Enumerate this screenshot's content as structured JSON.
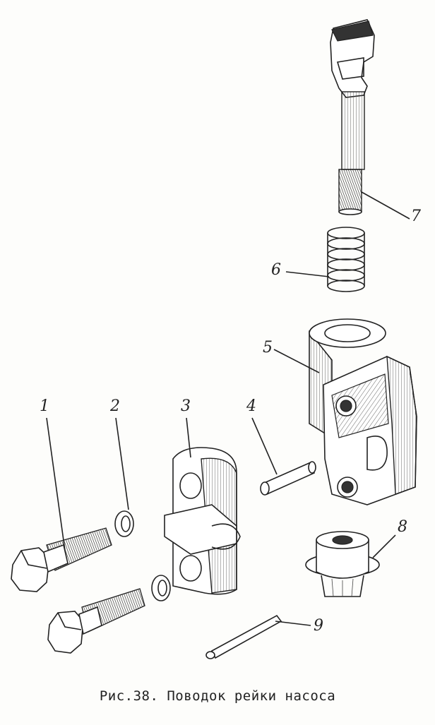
{
  "caption": "Рис.38. Поводок рейки насоса",
  "callouts": {
    "c1": "1",
    "c2": "2",
    "c3": "3",
    "c4": "4",
    "c5": "5",
    "c6": "6",
    "c7": "7",
    "c8": "8",
    "c9": "9"
  },
  "parts": [
    {
      "number": "1",
      "icon": "bolt"
    },
    {
      "number": "2",
      "icon": "lock-washer"
    },
    {
      "number": "3",
      "icon": "clamp-half"
    },
    {
      "number": "4",
      "icon": "pin"
    },
    {
      "number": "5",
      "icon": "lead-body"
    },
    {
      "number": "6",
      "icon": "spring"
    },
    {
      "number": "7",
      "icon": "rack-stem"
    },
    {
      "number": "8",
      "icon": "nut"
    },
    {
      "number": "9",
      "icon": "cotter-pin"
    }
  ]
}
